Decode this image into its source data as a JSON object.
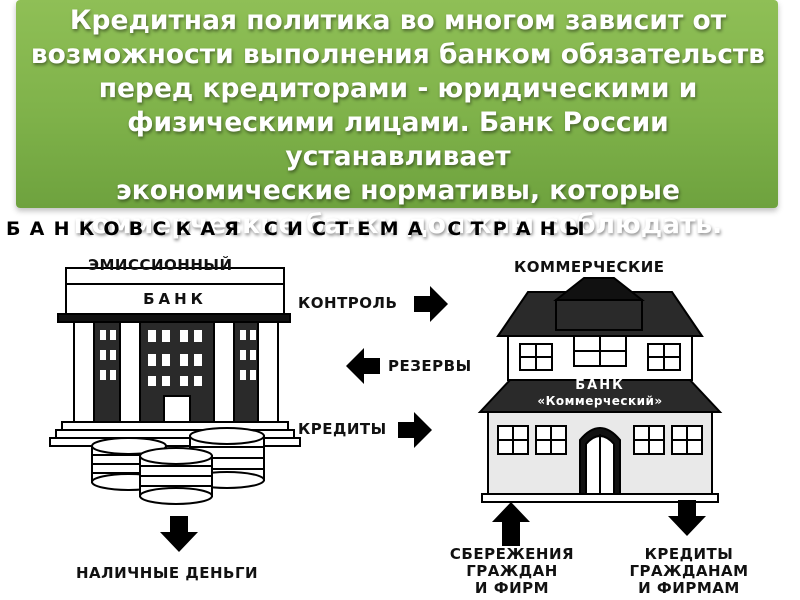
{
  "slide": {
    "lines": [
      "Кредитная политика во многом зависит от",
      "возможности выполнения банком обязательств",
      "перед кредиторами - юридическими и",
      "физическими лицами. Банк России устанавливает",
      "экономические нормативы, которые",
      "коммерческие банки должны соблюдать."
    ],
    "banner_color": "#7fb24a"
  },
  "diagram": {
    "heading": "БАНКОВСКАЯ СИСТЕМА СТРАНЫ",
    "central_bank": {
      "label_top": "ЭМИССИОННЫЙ",
      "sign": "БАНК"
    },
    "commercial_bank": {
      "label_top": "КОММЕРЧЕСКИЕ",
      "sign_line1": "БАНК",
      "sign_line2": "«Коммерческий»"
    },
    "arrows": [
      {
        "label": "КОНТРОЛЬ",
        "direction": "right"
      },
      {
        "label": "РЕЗЕРВЫ",
        "direction": "left"
      },
      {
        "label": "КРЕДИТЫ",
        "direction": "right"
      }
    ],
    "outputs": {
      "cash": "НАЛИЧНЫЕ ДЕНЬГИ",
      "savings": [
        "СБЕРЕЖЕНИЯ",
        "ГРАЖДАН",
        "И ФИРМ"
      ],
      "loans": [
        "КРЕДИТЫ",
        "ГРАЖДАНАМ",
        "И ФИРМАМ"
      ]
    }
  }
}
